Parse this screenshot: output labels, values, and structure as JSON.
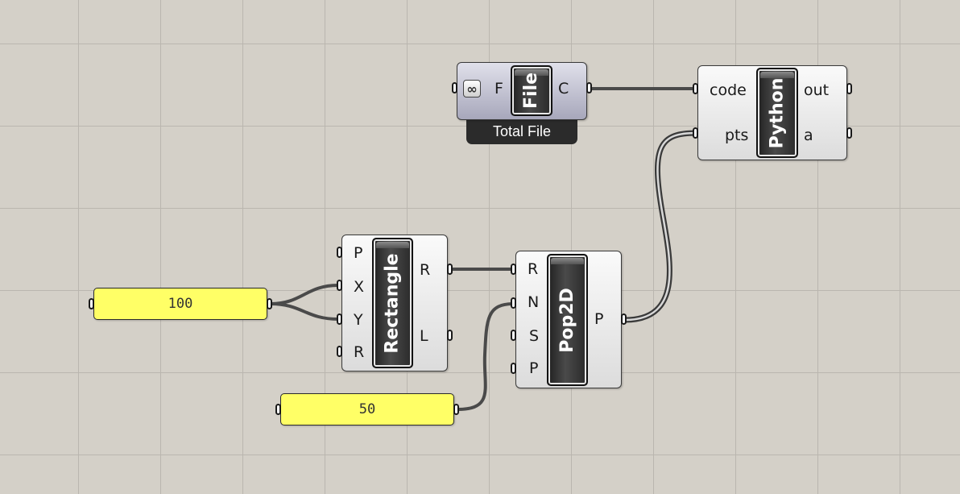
{
  "components": {
    "file": {
      "label": "File",
      "input": "F",
      "output": "C",
      "caption": "Total File"
    },
    "python": {
      "label": "Python",
      "inputs": [
        "code",
        "pts"
      ],
      "outputs": [
        "out",
        "a"
      ]
    },
    "rectangle": {
      "label": "Rectangle",
      "inputs": [
        "P",
        "X",
        "Y",
        "R"
      ],
      "outputs": [
        "R",
        "L"
      ]
    },
    "pop2d": {
      "label": "Pop2D",
      "inputs": [
        "R",
        "N",
        "S",
        "P"
      ],
      "output": "P"
    }
  },
  "panels": {
    "first_value": "100",
    "second_value": "50"
  },
  "icons": {
    "link": "link-icon"
  },
  "colors": {
    "canvas": "#d4d0c8",
    "panel": "#ffff66",
    "wire": "#555555"
  }
}
